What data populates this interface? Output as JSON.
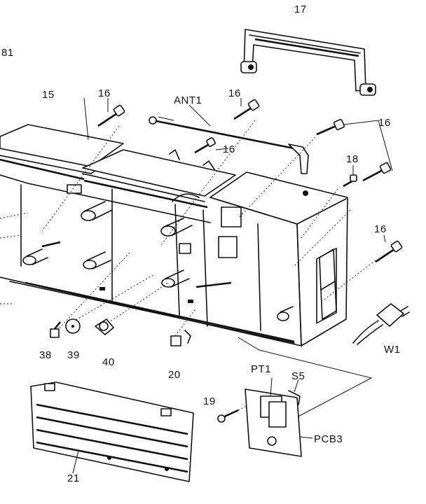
{
  "labels": {
    "p81": "81",
    "p17": "17",
    "p15": "15",
    "p16a": "16",
    "pant1": "ANT1",
    "p16b": "16",
    "p16c": "16",
    "p16d": "16",
    "p18": "18",
    "p16e": "16",
    "p38": "38",
    "p39": "39",
    "p40": "40",
    "p20": "20",
    "pw1": "W1",
    "ppt1": "PT1",
    "ps5": "S5",
    "p19": "19",
    "ppcb3": "PCB3",
    "p21": "21"
  },
  "colors": {
    "ink": "#111111",
    "paper": "#ffffff"
  }
}
